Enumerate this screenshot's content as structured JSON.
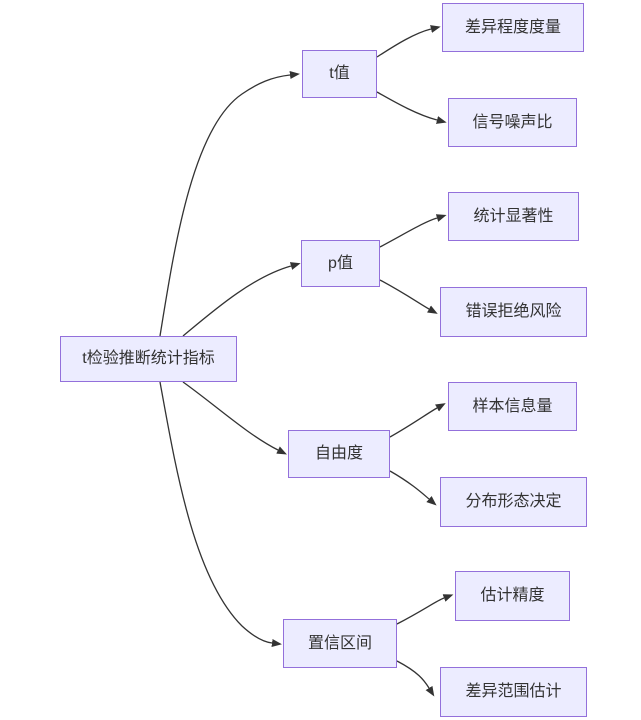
{
  "diagram": {
    "type": "mindmap",
    "colors": {
      "node_fill": "#ECECFF",
      "node_border": "#9370DB",
      "edge": "#333333",
      "text": "#333333",
      "background": "#FFFFFF"
    },
    "root": {
      "label": "t检验推断统计指标"
    },
    "branches": [
      {
        "label": "t值",
        "leaves": [
          {
            "label": "差异程度度量"
          },
          {
            "label": "信号噪声比"
          }
        ]
      },
      {
        "label": "p值",
        "leaves": [
          {
            "label": "统计显著性"
          },
          {
            "label": "错误拒绝风险"
          }
        ]
      },
      {
        "label": "自由度",
        "leaves": [
          {
            "label": "样本信息量"
          },
          {
            "label": "分布形态决定"
          }
        ]
      },
      {
        "label": "置信区间",
        "leaves": [
          {
            "label": "估计精度"
          },
          {
            "label": "差异范围估计"
          }
        ]
      }
    ]
  }
}
